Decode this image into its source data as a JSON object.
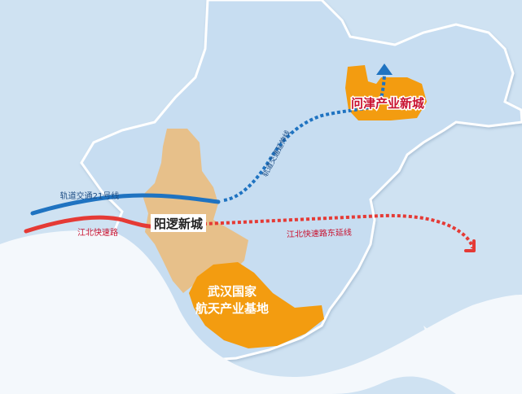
{
  "map": {
    "labels": {
      "yangluo": "阳逻新城",
      "wenjin": "问津产业新城",
      "aerospace_line1": "武汉国家",
      "aerospace_line2": "航天产业基地",
      "metro_21": "轨道交通21号线",
      "expressway_west": "江北快速路",
      "expressway_east": "江北快速路东延线",
      "metro_extension": "轨道交通延伸线"
    },
    "colors": {
      "river": "#f4f8fc",
      "water_bg": "#cfe2f2",
      "land": "#c9dff2",
      "district": "#e7c08a",
      "industrial": "#f39c10",
      "metro": "#1f73c1",
      "expressway": "#e53a35",
      "label_text": "#c8102e"
    }
  }
}
